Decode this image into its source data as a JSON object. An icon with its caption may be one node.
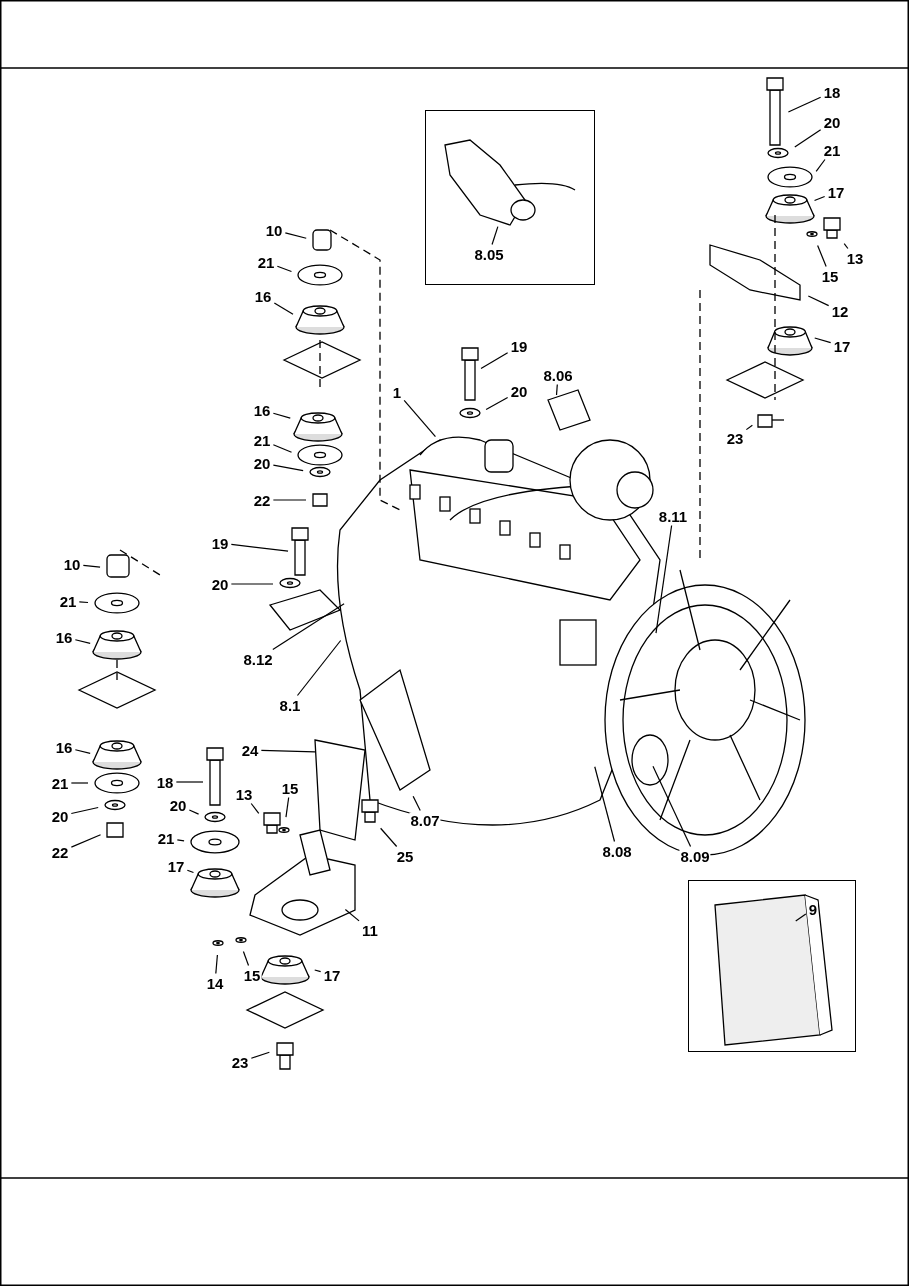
{
  "diagram": {
    "nodes": [
      {
        "text": [
          "18"
        ]
      },
      {
        "text": [
          "20"
        ]
      },
      {
        "text": [
          "21"
        ]
      },
      {
        "text": [
          "17"
        ]
      },
      {
        "text": [
          "13"
        ]
      },
      {
        "text": [
          "15"
        ]
      },
      {
        "text": [
          "12"
        ]
      },
      {
        "text": [
          "17"
        ]
      },
      {
        "text": [
          "23"
        ]
      },
      {
        "text": [],
        "shape": "box"
      },
      {
        "text": [
          "8.05"
        ],
        "in": 9
      },
      {
        "text": [
          "10"
        ]
      },
      {
        "text": [
          "21"
        ]
      },
      {
        "text": [
          "16"
        ]
      },
      {
        "text": [
          "16"
        ]
      },
      {
        "text": [
          "21"
        ]
      },
      {
        "text": [
          "20"
        ]
      },
      {
        "text": [
          "22"
        ]
      },
      {
        "text": [
          "1"
        ]
      },
      {
        "text": [
          "19"
        ]
      },
      {
        "text": [
          "20"
        ]
      },
      {
        "text": [
          "8.06"
        ]
      },
      {
        "text": [
          "8.11"
        ]
      },
      {
        "text": [
          "19"
        ]
      },
      {
        "text": [
          "20"
        ]
      },
      {
        "text": [
          "8.12"
        ]
      },
      {
        "text": [
          "8.1"
        ]
      },
      {
        "text": [
          "24"
        ]
      },
      {
        "text": [
          "8.07"
        ]
      },
      {
        "text": [
          "25"
        ]
      },
      {
        "text": [
          "8.08"
        ]
      },
      {
        "text": [
          "8.09"
        ]
      },
      {
        "text": [
          "10"
        ]
      },
      {
        "text": [
          "21"
        ]
      },
      {
        "text": [
          "16"
        ]
      },
      {
        "text": [
          "16"
        ]
      },
      {
        "text": [
          "21"
        ]
      },
      {
        "text": [
          "20"
        ]
      },
      {
        "text": [
          "22"
        ]
      },
      {
        "text": [
          "18"
        ]
      },
      {
        "text": [
          "20"
        ]
      },
      {
        "text": [
          "13"
        ]
      },
      {
        "text": [
          "15"
        ]
      },
      {
        "text": [
          "21"
        ]
      },
      {
        "text": [
          "17"
        ]
      },
      {
        "text": [
          "11"
        ]
      },
      {
        "text": [
          "14"
        ]
      },
      {
        "text": [
          "15"
        ]
      },
      {
        "text": [
          "17"
        ]
      },
      {
        "text": [
          "23"
        ]
      },
      {
        "text": [],
        "shape": "box"
      },
      {
        "text": [
          "9"
        ],
        "in": 50
      }
    ],
    "edges": [
      {
        "from": 0,
        "to": null,
        "arrow": "none"
      },
      {
        "from": 1,
        "to": null,
        "arrow": "none"
      },
      {
        "from": 2,
        "to": null,
        "arrow": "none"
      },
      {
        "from": 3,
        "to": null,
        "arrow": "none"
      },
      {
        "from": 4,
        "to": null,
        "arrow": "none"
      },
      {
        "from": 5,
        "to": null,
        "arrow": "none"
      },
      {
        "from": 6,
        "to": null,
        "arrow": "none"
      },
      {
        "from": 7,
        "to": null,
        "arrow": "none"
      },
      {
        "from": 8,
        "to": null,
        "arrow": "none"
      },
      {
        "from": 10,
        "to": null,
        "arrow": "none"
      },
      {
        "from": 11,
        "to": null,
        "arrow": "none"
      },
      {
        "from": 12,
        "to": null,
        "arrow": "none"
      },
      {
        "from": 13,
        "to": null,
        "arrow": "none"
      },
      {
        "from": 14,
        "to": null,
        "arrow": "none"
      },
      {
        "from": 15,
        "to": null,
        "arrow": "none"
      },
      {
        "from": 16,
        "to": null,
        "arrow": "none"
      },
      {
        "from": 17,
        "to": null,
        "arrow": "none"
      },
      {
        "from": 18,
        "to": null,
        "arrow": "none"
      },
      {
        "from": 19,
        "to": null,
        "arrow": "none"
      },
      {
        "from": 20,
        "to": null,
        "arrow": "none"
      },
      {
        "from": 21,
        "to": null,
        "arrow": "none"
      },
      {
        "from": 22,
        "to": null,
        "arrow": "none"
      },
      {
        "from": 23,
        "to": null,
        "arrow": "none"
      },
      {
        "from": 24,
        "to": null,
        "arrow": "none"
      },
      {
        "from": 25,
        "to": null,
        "arrow": "none"
      },
      {
        "from": 26,
        "to": null,
        "arrow": "none"
      },
      {
        "from": 27,
        "to": null,
        "arrow": "none"
      },
      {
        "from": 28,
        "to": null,
        "arrow": "none"
      },
      {
        "from": 29,
        "to": null,
        "arrow": "none"
      },
      {
        "from": 30,
        "to": null,
        "arrow": "none"
      },
      {
        "from": 31,
        "to": null,
        "arrow": "none"
      },
      {
        "from": 32,
        "to": null,
        "arrow": "none"
      },
      {
        "from": 33,
        "to": null,
        "arrow": "none"
      },
      {
        "from": 34,
        "to": null,
        "arrow": "none"
      },
      {
        "from": 35,
        "to": null,
        "arrow": "none"
      },
      {
        "from": 36,
        "to": null,
        "arrow": "none"
      },
      {
        "from": 37,
        "to": null,
        "arrow": "none"
      },
      {
        "from": 38,
        "to": null,
        "arrow": "none"
      },
      {
        "from": 39,
        "to": null,
        "arrow": "none"
      },
      {
        "from": 40,
        "to": null,
        "arrow": "none"
      },
      {
        "from": 41,
        "to": null,
        "arrow": "none"
      },
      {
        "from": 42,
        "to": null,
        "arrow": "none"
      },
      {
        "from": 43,
        "to": null,
        "arrow": "none"
      },
      {
        "from": 44,
        "to": null,
        "arrow": "none"
      },
      {
        "from": 45,
        "to": null,
        "arrow": "none"
      },
      {
        "from": 46,
        "to": null,
        "arrow": "none"
      },
      {
        "from": 47,
        "to": null,
        "arrow": "none"
      },
      {
        "from": 48,
        "to": null,
        "arrow": "none"
      },
      {
        "from": 49,
        "to": null,
        "arrow": "none"
      },
      {
        "from": 51,
        "to": null,
        "arrow": "none"
      }
    ]
  }
}
